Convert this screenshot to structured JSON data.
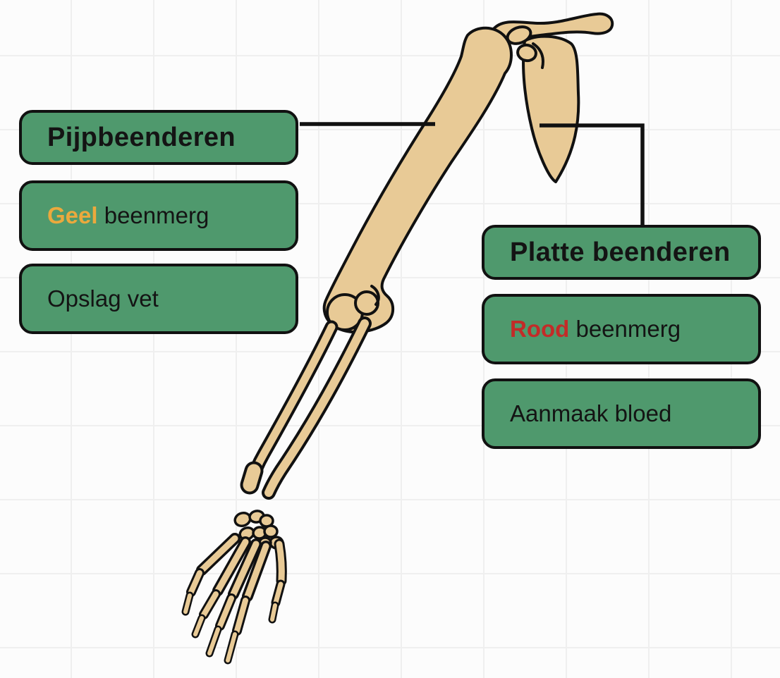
{
  "colors": {
    "background": "#fcfcfc",
    "grid_line": "#efefef",
    "box_green": "#4F996D",
    "box_border": "#111111",
    "text_dark": "#141414",
    "bone_fill": "#E8CA96",
    "bone_outline": "#111111",
    "connector": "#111111",
    "geel_accent": "#EBA93D",
    "rood_accent": "#C32B28"
  },
  "left_group": {
    "header": {
      "label": "Pijpbeenderen"
    },
    "items": [
      {
        "highlight": "Geel",
        "rest": " beenmerg"
      },
      {
        "highlight": "",
        "rest": "Opslag vet"
      }
    ]
  },
  "right_group": {
    "header": {
      "label": "Platte beenderen"
    },
    "items": [
      {
        "highlight": "Rood",
        "rest": " beenmerg"
      },
      {
        "highlight": "",
        "rest": "Aanmaak bloed"
      }
    ]
  },
  "figure": {
    "label": "arm-skeleton-illustration"
  }
}
